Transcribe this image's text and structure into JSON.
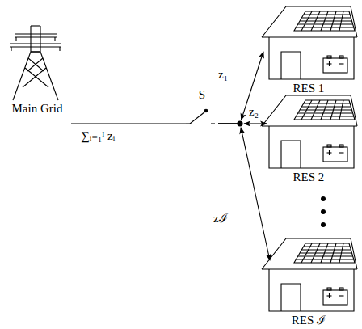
{
  "diagram": {
    "nodes": [
      {
        "text": [
          "Main Grid"
        ]
      },
      {
        "text": [
          "S"
        ]
      },
      {
        "text": [
          "RES 1"
        ]
      },
      {
        "text": [
          "RES 2"
        ]
      },
      {
        "text": [
          "RES ℐ"
        ]
      }
    ],
    "edges": [
      {
        "from": 0,
        "to": 1,
        "arrow": "none",
        "label": "∑ᵢ₌₁ᴵ zᵢ"
      },
      {
        "from": 1,
        "to": 2,
        "arrow": "both",
        "label": "z₁"
      },
      {
        "from": 1,
        "to": 3,
        "arrow": "both",
        "label": "z₂"
      },
      {
        "from": 1,
        "to": 4,
        "arrow": "both",
        "label": "zℐ"
      }
    ]
  }
}
